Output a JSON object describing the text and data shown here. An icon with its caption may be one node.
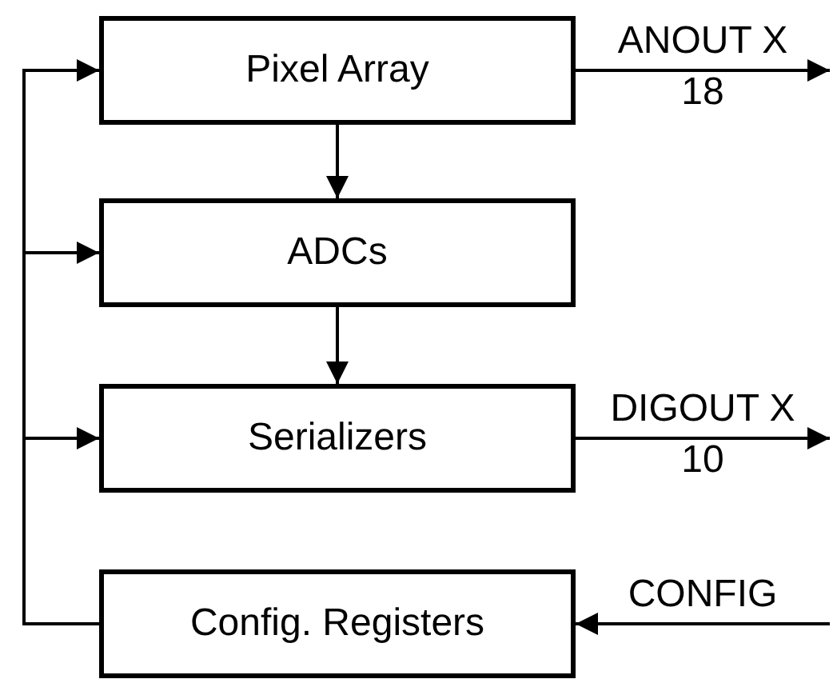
{
  "diagram": {
    "nodes": [
      {
        "text": [
          "Pixel Array"
        ]
      },
      {
        "text": [
          "ADCs"
        ]
      },
      {
        "text": [
          "Serializers"
        ]
      },
      {
        "text": [
          "Config. Registers"
        ]
      }
    ],
    "edges": [
      {
        "from": 0,
        "to": 1,
        "arrow": "to"
      },
      {
        "from": 1,
        "to": 2,
        "arrow": "to"
      },
      {
        "from": 0,
        "to": null,
        "arrow": "to",
        "label": "ANOUT X 18"
      },
      {
        "from": 2,
        "to": null,
        "arrow": "to",
        "label": "DIGOUT X 10"
      },
      {
        "from": null,
        "to": 3,
        "arrow": "to",
        "label": "CONFIG"
      },
      {
        "from": 3,
        "to": 0,
        "arrow": "to"
      },
      {
        "from": 3,
        "to": 1,
        "arrow": "to"
      },
      {
        "from": 3,
        "to": 2,
        "arrow": "to"
      }
    ]
  }
}
